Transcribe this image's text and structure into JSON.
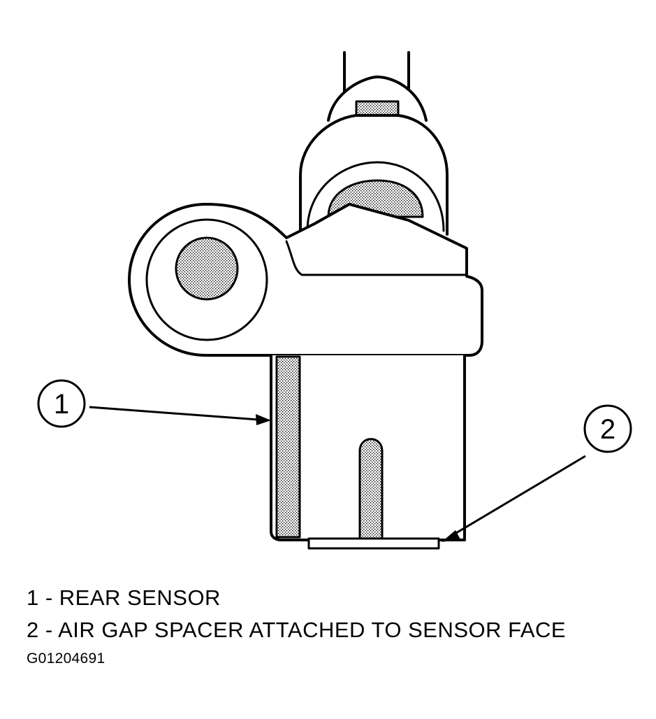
{
  "callouts": [
    {
      "number": "1",
      "label": "REAR SENSOR"
    },
    {
      "number": "2",
      "label": "AIR GAP SPACER ATTACHED TO SENSOR FACE"
    }
  ],
  "legend": [
    "1 - REAR SENSOR",
    "2 - AIR GAP SPACER ATTACHED TO SENSOR FACE"
  ],
  "figure_id": "G01204691"
}
